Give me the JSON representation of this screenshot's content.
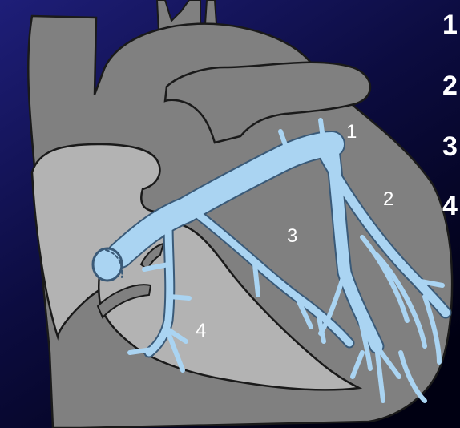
{
  "diagram": {
    "vessel_labels": [
      "1",
      "2",
      "3",
      "4"
    ],
    "side_list": [
      "1",
      "2",
      "3",
      "4"
    ],
    "colors": {
      "background_top": "#14145a",
      "background_bottom": "#000018",
      "heart_dark": "#808080",
      "heart_light": "#b3b3b3",
      "outline": "#1a1a1a",
      "vessel": "#aad4f2",
      "vessel_outline": "#3a5a78",
      "text": "#ffffff"
    }
  }
}
